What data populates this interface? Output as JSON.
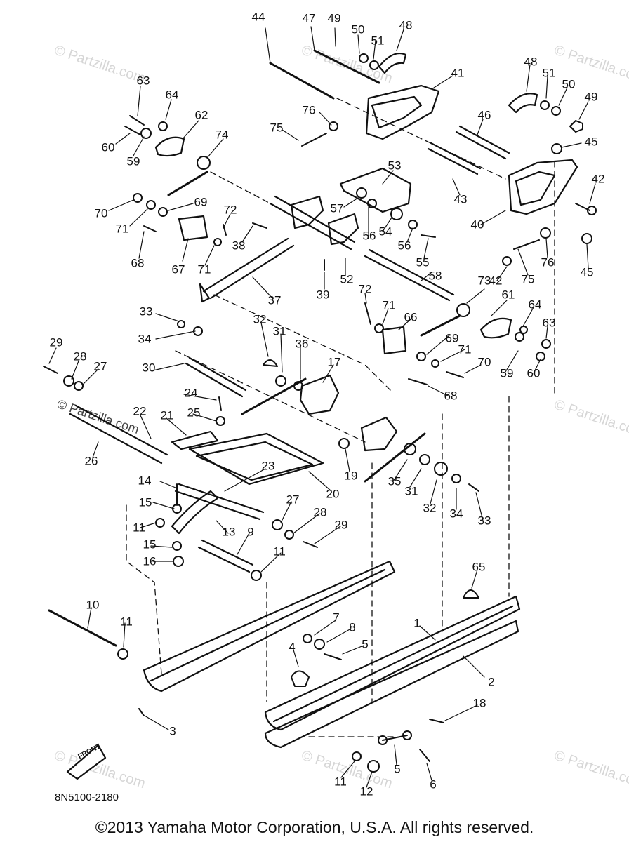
{
  "callouts": [
    "44",
    "47",
    "49",
    "50",
    "51",
    "48",
    "41",
    "48",
    "51",
    "50",
    "49",
    "63",
    "64",
    "62",
    "76",
    "75",
    "46",
    "45",
    "60",
    "59",
    "74",
    "53",
    "42",
    "43",
    "70",
    "69",
    "72",
    "57",
    "40",
    "71",
    "38",
    "54",
    "56",
    "56",
    "55",
    "76",
    "67",
    "68",
    "71",
    "37",
    "39",
    "52",
    "58",
    "42",
    "75",
    "45",
    "73",
    "72",
    "71",
    "61",
    "64",
    "63",
    "33",
    "32",
    "31",
    "36",
    "17",
    "66",
    "34",
    "69",
    "71",
    "29",
    "28",
    "27",
    "70",
    "30",
    "59",
    "60",
    "24",
    "68",
    "22",
    "21",
    "25",
    "26",
    "19",
    "35",
    "23",
    "31",
    "20",
    "14",
    "32",
    "34",
    "33",
    "15",
    "27",
    "28",
    "11",
    "13",
    "9",
    "29",
    "15",
    "16",
    "11",
    "65",
    "10",
    "11",
    "7",
    "8",
    "5",
    "4",
    "2",
    "18",
    "3",
    "5",
    "11",
    "12",
    "6",
    "1"
  ],
  "watermark": "© Partzilla.com",
  "front_label": "FRONT",
  "code": "8N5100-2180",
  "copyright": "©2013 Yamaha Motor Corporation, U.S.A. All rights reserved."
}
